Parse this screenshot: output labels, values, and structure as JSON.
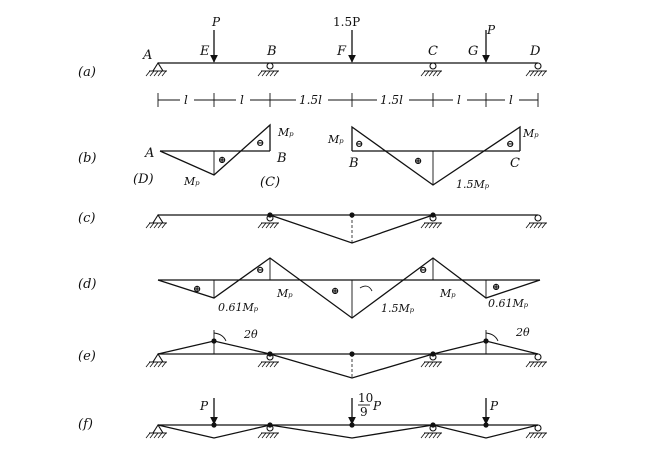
{
  "cases": [
    "(a)",
    "(b)",
    "(c)",
    "(d)",
    "(e)",
    "(f)"
  ],
  "loads": {
    "p_left": "P",
    "p_mid": "1.5P",
    "p_right": "P",
    "f_left": "P",
    "f_right": "P",
    "f_mid_num": "10",
    "f_mid_den": "9",
    "f_mid_p": "P"
  },
  "points": [
    "A",
    "E",
    "B",
    "F",
    "C",
    "G",
    "D"
  ],
  "spans": [
    "l",
    "l",
    "1.5l",
    "1.5l",
    "l",
    "l"
  ],
  "b_labels": {
    "A": "A",
    "D": "(D)",
    "B": "B",
    "C": "(C)",
    "B2": "B",
    "C2": "C",
    "mp1": "Mₚ",
    "mp2": "Mₚ",
    "mp3": "Mₚ",
    "mp4": "Mₚ",
    "mp_mid": "1.5Mₚ"
  },
  "d_labels": {
    "left": "0.61Mₚ",
    "mp1": "Mₚ",
    "mid": "1.5Mₚ",
    "mp2": "Mₚ",
    "right": "0.61Mₚ"
  },
  "e_labels": {
    "left": "2θ",
    "right": "2θ"
  },
  "signs": {
    "plus": "⊕",
    "minus": "⊖"
  },
  "colors": {
    "ink": "#111111",
    "background": "#ffffff"
  }
}
